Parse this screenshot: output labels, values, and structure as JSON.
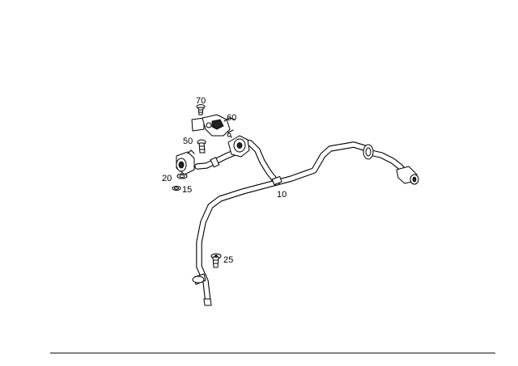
{
  "diagram": {
    "callouts": {
      "p70": "70",
      "p60": "60",
      "p50": "50",
      "p20": "20",
      "p15": "15",
      "p10": "10",
      "p25": "25"
    }
  }
}
